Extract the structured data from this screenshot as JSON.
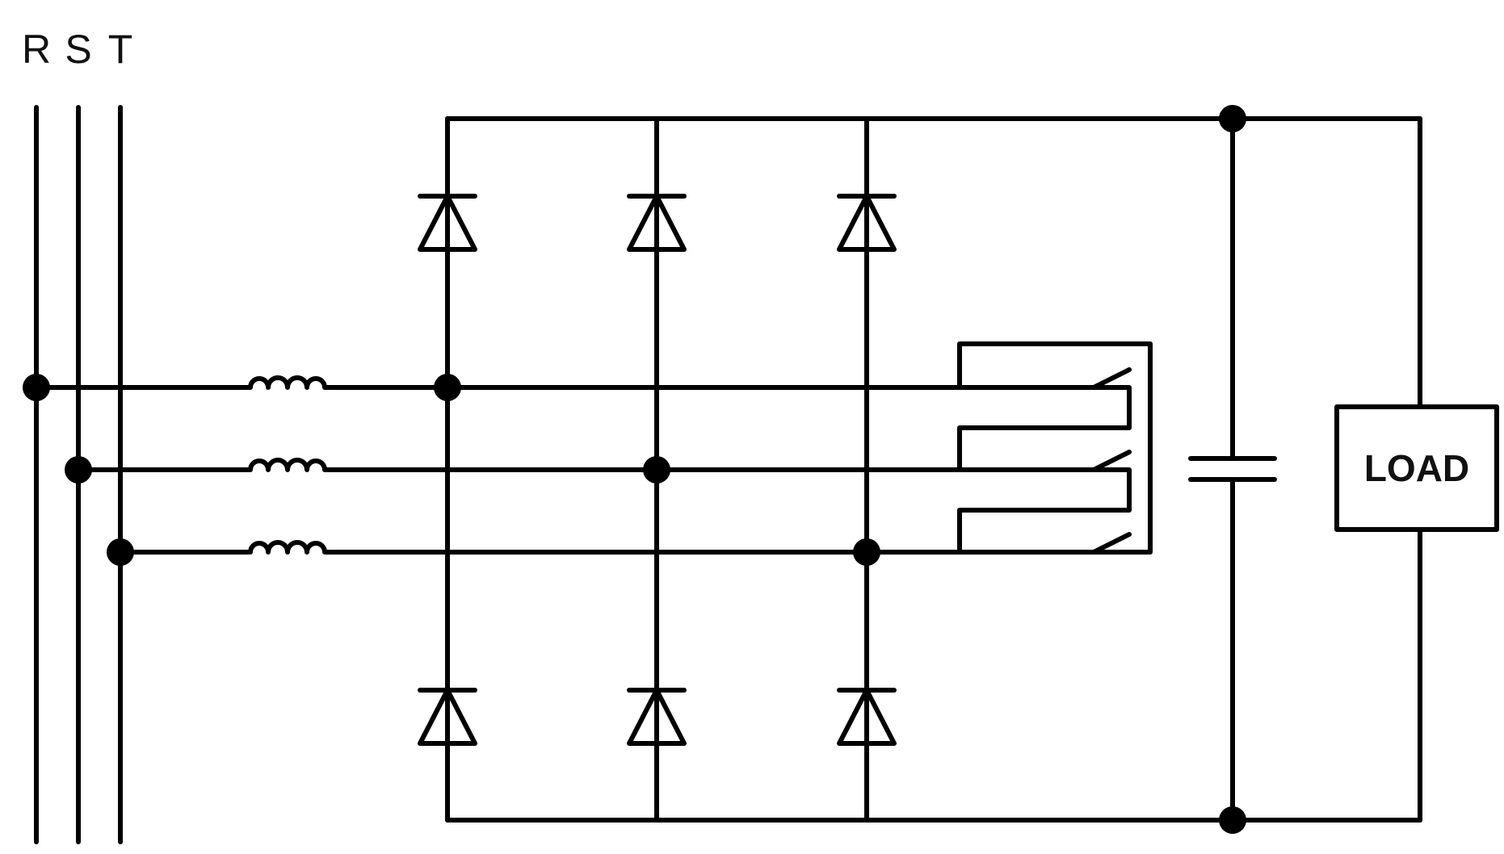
{
  "diagram": {
    "phase_labels": [
      "R",
      "S",
      "T"
    ],
    "load_label": "LOAD",
    "components": {
      "inductors": 3,
      "diodes_upper": 3,
      "diodes_lower": 3,
      "bypass_switches": 3,
      "dc_link_capacitor": 1
    }
  }
}
